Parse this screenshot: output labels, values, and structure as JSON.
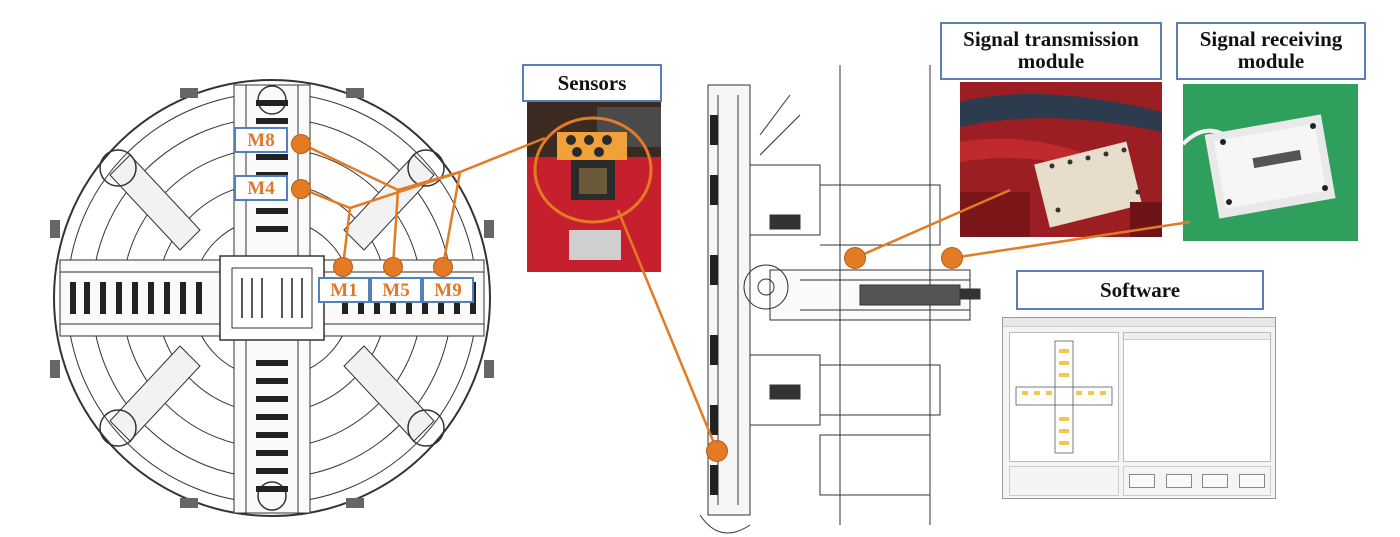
{
  "labels": {
    "sensors": "Sensors",
    "signal_transmission_line1": "Signal transmission",
    "signal_transmission_line2": "module",
    "signal_receiving_line1": "Signal receiving",
    "signal_receiving_line2": "module",
    "software": "Software"
  },
  "sensor_tags": [
    "M8",
    "M4",
    "M1",
    "M5",
    "M9"
  ],
  "software_buttons": [
    "",
    "",
    "",
    ""
  ],
  "colors": {
    "accent_orange": "#e37a24",
    "label_border": "#5b7fb4",
    "sensor_tag_text": "#e0782b"
  }
}
